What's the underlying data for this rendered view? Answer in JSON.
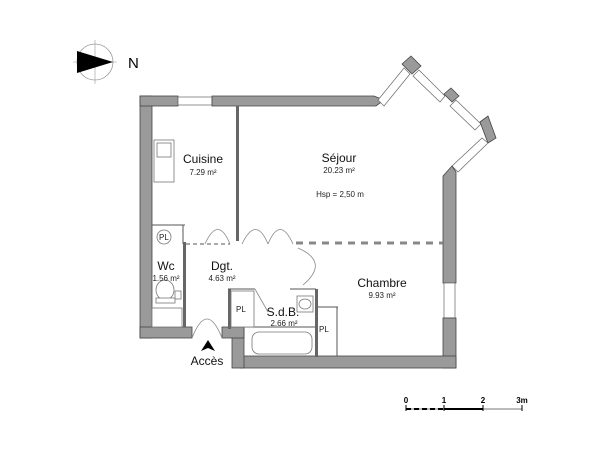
{
  "compass": {
    "label": "N",
    "icon": "north-arrow-icon"
  },
  "rooms": [
    {
      "id": "cuisine",
      "name": "Cuisine",
      "area": "7.29 m²"
    },
    {
      "id": "sejour",
      "name": "Séjour",
      "area": "20.23 m²",
      "note": "Hsp = 2,50 m"
    },
    {
      "id": "wc",
      "name": "Wc",
      "area": "1.56 m²"
    },
    {
      "id": "dgt",
      "name": "Dgt.",
      "area": "4.63 m²"
    },
    {
      "id": "sdb",
      "name": "S.d.B.",
      "area": "2.66 m²"
    },
    {
      "id": "chambre",
      "name": "Chambre",
      "area": "9.93 m²"
    }
  ],
  "closets": [
    "PL",
    "PL",
    "PL",
    "PL"
  ],
  "entrance": {
    "label": "Accès"
  },
  "scale": {
    "ticks": [
      "0",
      "1",
      "2",
      "3m"
    ]
  },
  "colors": {
    "wall": "#9a9a9a",
    "wall_stroke": "#444444",
    "background": "#ffffff"
  }
}
